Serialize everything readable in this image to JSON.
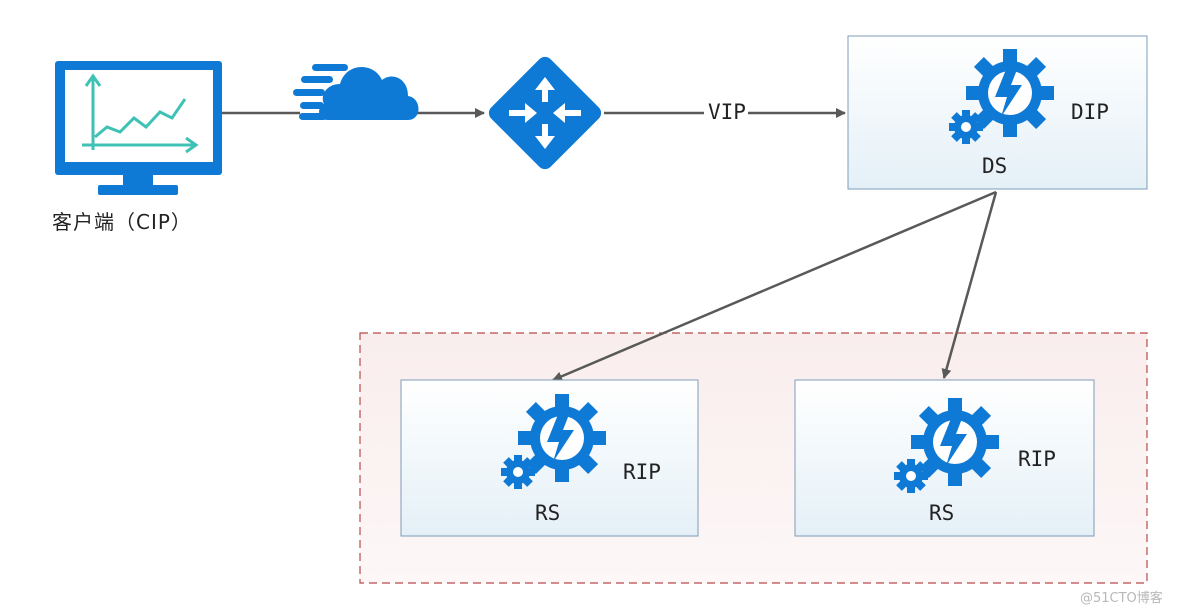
{
  "client": {
    "label": "客户端（CIP）",
    "icon": "monitor-chart-icon"
  },
  "internet": {
    "icon": "cloud-icon"
  },
  "router": {
    "icon": "router-icon"
  },
  "links": {
    "vip_label": "VIP"
  },
  "director": {
    "name": "DS",
    "ip_label": "DIP",
    "icon": "gears-bolt-icon"
  },
  "real_servers": [
    {
      "name": "RS",
      "ip_label": "RIP",
      "icon": "gears-bolt-icon"
    },
    {
      "name": "RS",
      "ip_label": "RIP",
      "icon": "gears-bolt-icon"
    }
  ],
  "watermark": "@51CTO博客",
  "colors": {
    "icon_blue": "#0f7ad6",
    "chart_teal": "#3fc1b5",
    "arrow": "#595959",
    "box_border": "#7d9cb8",
    "group_border": "#b84a4a"
  }
}
